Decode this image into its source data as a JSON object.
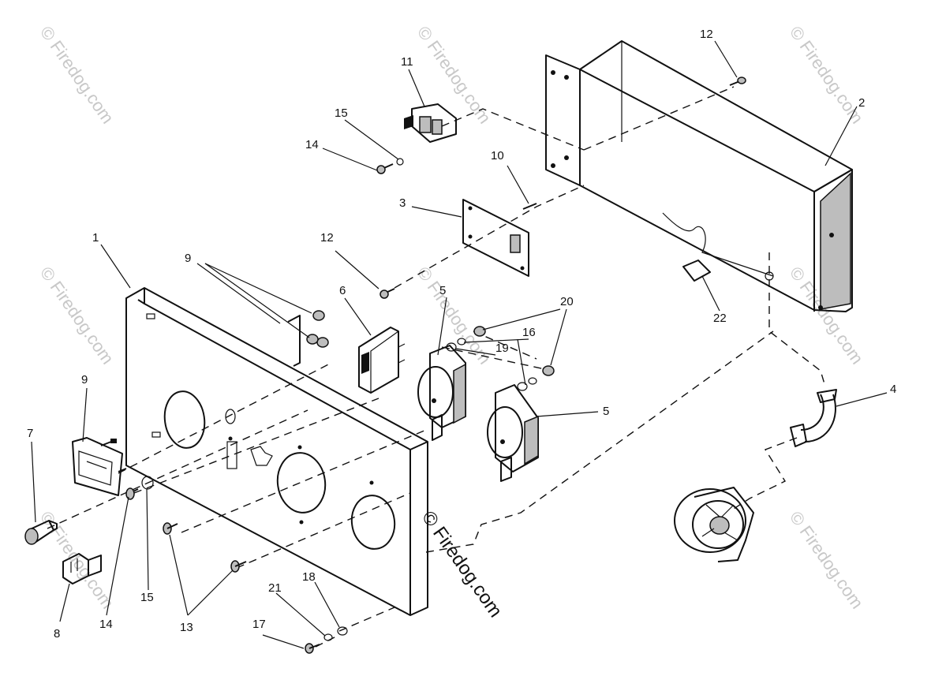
{
  "watermark": {
    "text": "© Firedog.com"
  },
  "callouts": [
    "1",
    "2",
    "3",
    "4",
    "5",
    "5",
    "6",
    "7",
    "8",
    "9",
    "9",
    "10",
    "11",
    "12",
    "12",
    "13",
    "14",
    "14",
    "15",
    "15",
    "16",
    "17",
    "18",
    "19",
    "20",
    "21",
    "22"
  ]
}
